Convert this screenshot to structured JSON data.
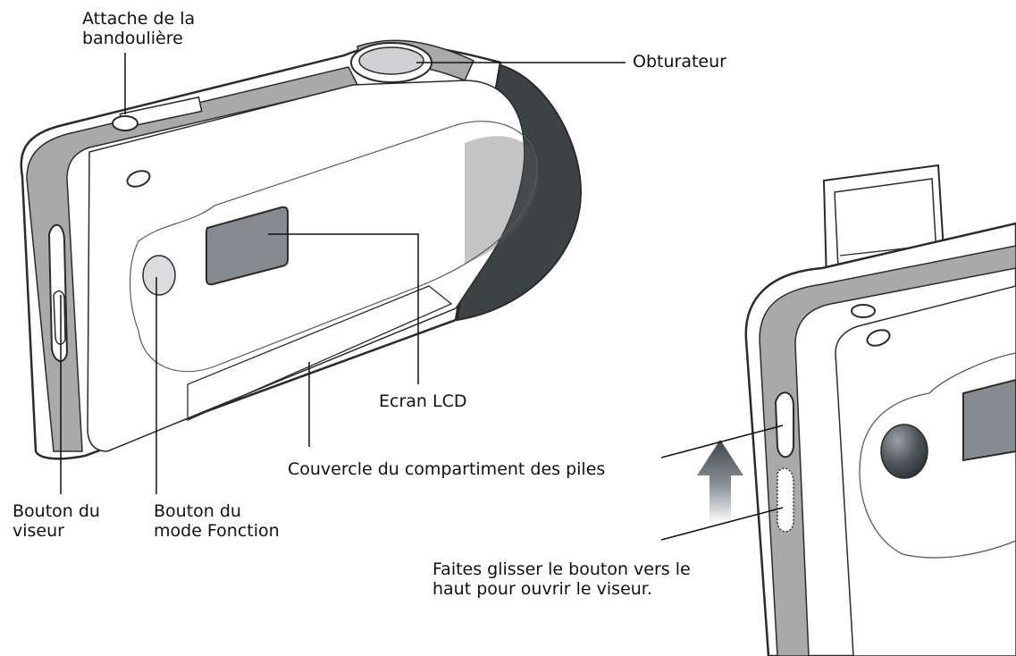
{
  "labels": {
    "strap": {
      "line1": "Attache de la",
      "line2": "bandoulière"
    },
    "shutter": "Obturateur",
    "lcd": "Ecran LCD",
    "battery_cover": "Couvercle du compartiment des piles",
    "viewfinder_button": {
      "line1": "Bouton du",
      "line2": "viseur"
    },
    "mode_button": {
      "line1": "Bouton du",
      "line2": "mode Fonction"
    },
    "slide_instruction": {
      "line1": "Faites glisser le bouton vers le",
      "line2": "haut pour ouvrir le viseur."
    }
  },
  "colors": {
    "outline": "#2b2b2b",
    "band_gray": "#a9a9a9",
    "lcd_fill": "#858b8f",
    "dark_side": "#3d4245",
    "lens_light": "#dcdcdf",
    "arrow_dark": "#4a5257"
  }
}
